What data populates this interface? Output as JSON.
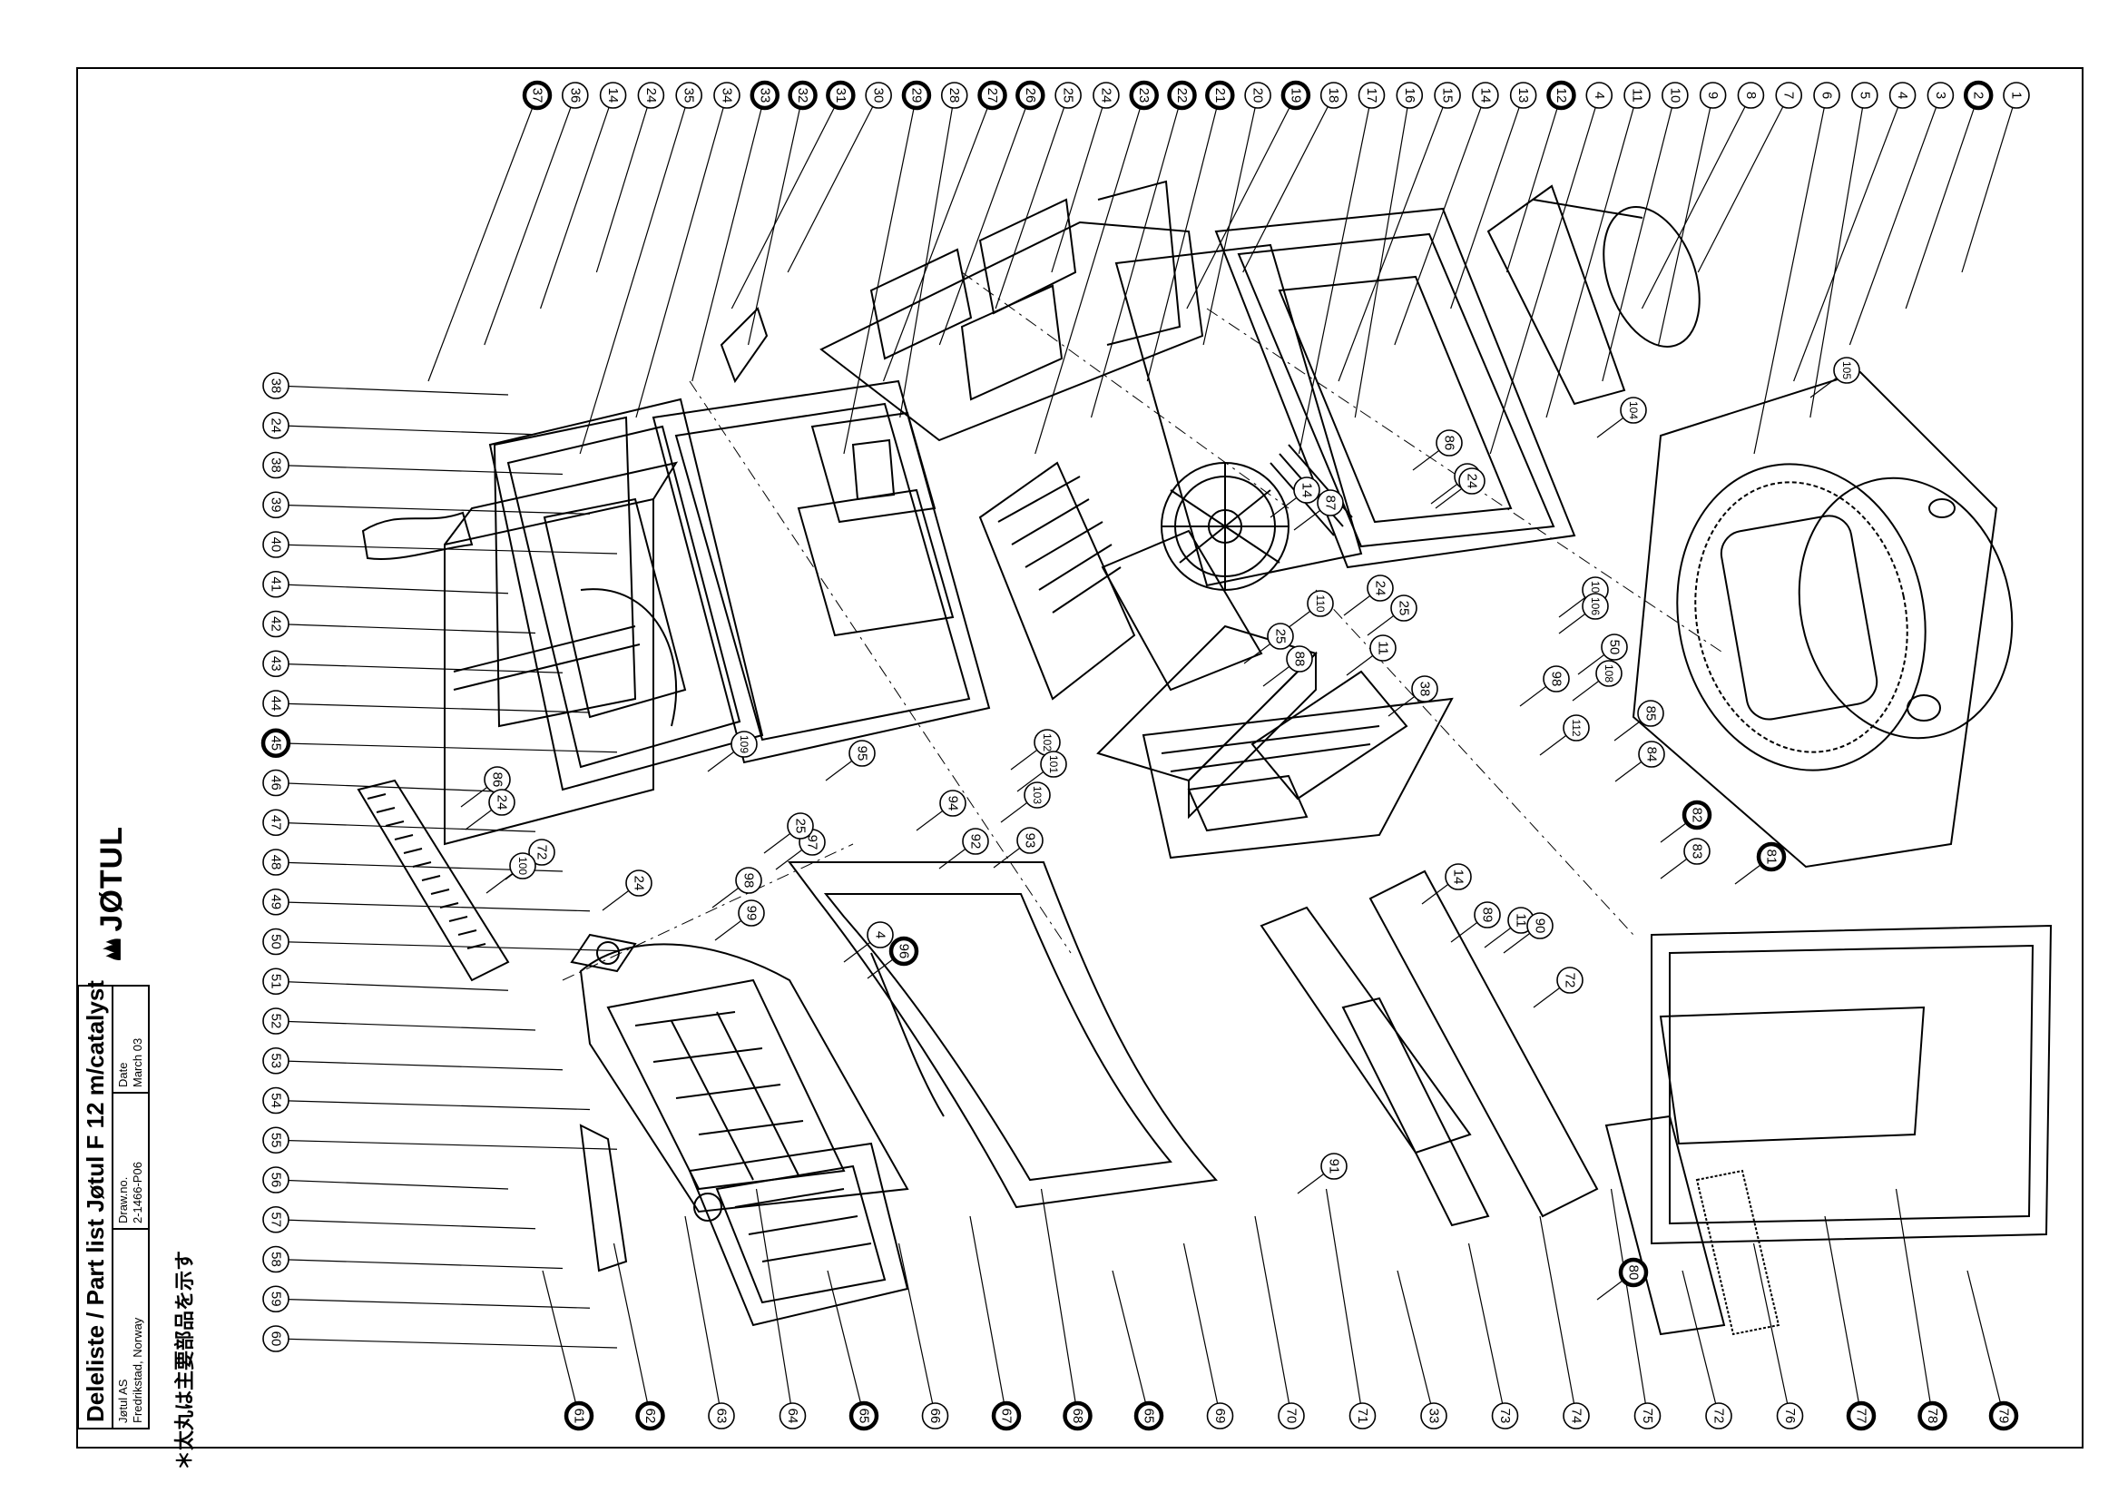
{
  "title_block": {
    "title": "Deleliste / Part list Jøtul F 12 m/catalyst",
    "company": "Jøtul AS",
    "location": "Fredrikstad, Norway",
    "drawing_label": "Draw.no.",
    "drawing_number": "2-1466-P06",
    "date_label": "Date",
    "date_value": "March 03"
  },
  "note": "＊太丸は主要部品を示す",
  "brand": {
    "name": "JØTUL",
    "logo": "flame-logo-icon"
  },
  "callouts": {
    "top_row": [
      "1",
      "2",
      "3",
      "4",
      "5",
      "6",
      "7",
      "8",
      "9",
      "10",
      "11",
      "4",
      "12",
      "13",
      "14",
      "15",
      "16",
      "17",
      "18",
      "19",
      "20",
      "21",
      "22",
      "23",
      "24",
      "25",
      "26",
      "27",
      "28",
      "29",
      "30",
      "31",
      "32",
      "33",
      "34",
      "35",
      "24",
      "14",
      "36",
      "37"
    ],
    "left_column": [
      "38",
      "24",
      "38",
      "39",
      "40",
      "41",
      "42",
      "43",
      "44",
      "45",
      "46",
      "47",
      "48",
      "49",
      "50",
      "51",
      "52",
      "53",
      "54",
      "55",
      "56",
      "57",
      "58",
      "59",
      "60"
    ],
    "bottom_row": [
      "61",
      "62",
      "63",
      "64",
      "65",
      "66",
      "67",
      "68",
      "65",
      "69",
      "70",
      "71",
      "33",
      "73",
      "74",
      "75",
      "72",
      "76",
      "77",
      "78",
      "79"
    ],
    "interior": [
      "105",
      "104",
      "86",
      "86",
      "24",
      "14",
      "87",
      "107",
      "106",
      "50",
      "108",
      "85",
      "84",
      "98",
      "112",
      "82",
      "81",
      "83",
      "110",
      "24",
      "25",
      "25",
      "11",
      "88",
      "38",
      "102",
      "101",
      "103",
      "93",
      "92",
      "94",
      "95",
      "97",
      "25",
      "109",
      "86",
      "24",
      "72",
      "100",
      "24",
      "98",
      "99",
      "89",
      "14",
      "11",
      "90",
      "72",
      "4",
      "96",
      "91",
      "80"
    ],
    "major": [
      "2",
      "12",
      "19",
      "21",
      "22",
      "23",
      "26",
      "27",
      "29",
      "31",
      "32",
      "33",
      "37",
      "45",
      "61",
      "62",
      "65",
      "67",
      "68",
      "65",
      "77",
      "78",
      "79",
      "80",
      "81",
      "82",
      "96"
    ]
  },
  "colors": {
    "line": "#000000",
    "paper": "#ffffff"
  }
}
